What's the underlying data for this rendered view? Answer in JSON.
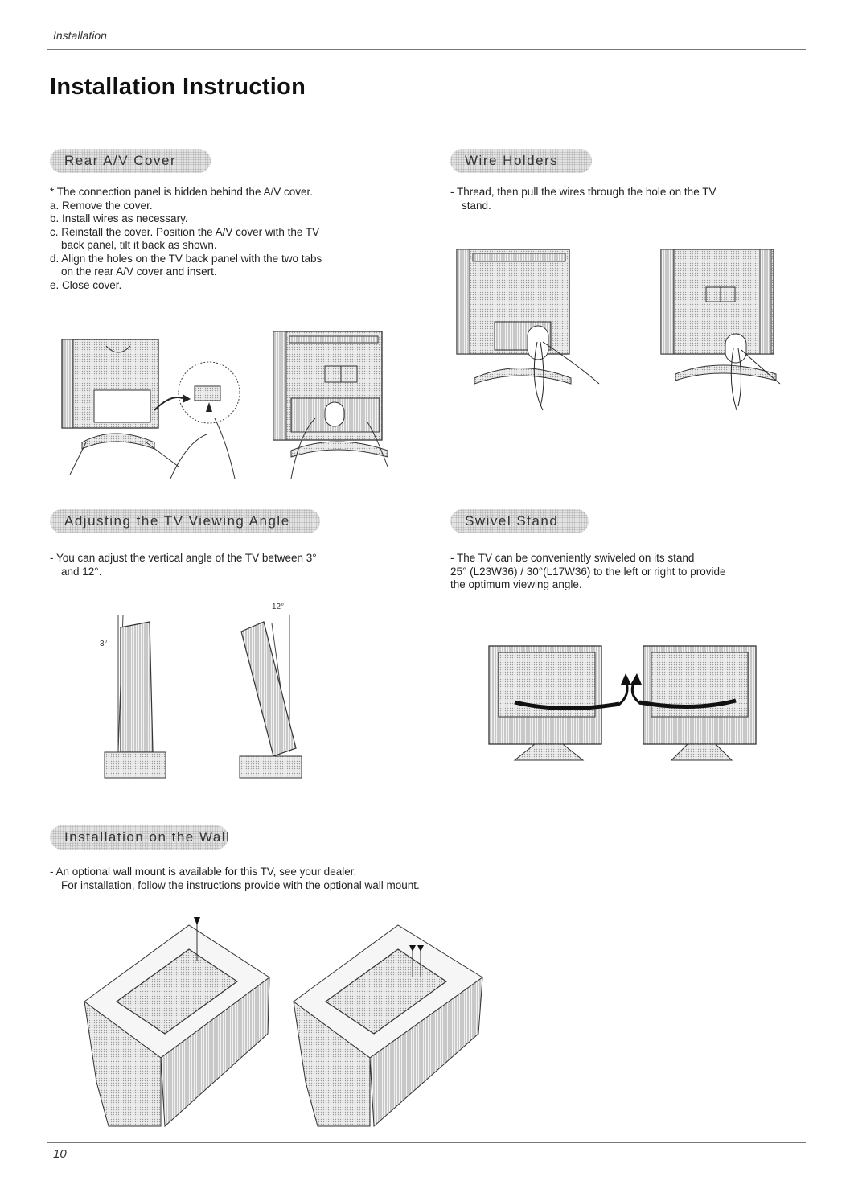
{
  "header": {
    "section_label": "Installation"
  },
  "page_title": "Installation Instruction",
  "sections": {
    "rear_av_cover": {
      "title": "Rear A/V Cover",
      "lines": [
        "* The connection panel is hidden behind the A/V cover.",
        "a. Remove the cover.",
        "b. Install wires as necessary.",
        "c. Reinstall the cover. Position the A/V cover with the TV",
        "back panel, tilt it back as shown.",
        "d. Align the holes on the TV back panel with the two tabs",
        "on the rear A/V cover and insert.",
        "e. Close cover."
      ]
    },
    "wire_holders": {
      "title": "Wire Holders",
      "lines": [
        "- Thread, then pull the wires through the hole on the TV",
        "stand."
      ]
    },
    "viewing_angle": {
      "title": "Adjusting the TV Viewing Angle",
      "lines": [
        "- You can adjust the vertical angle of the TV between 3°",
        "and 12°."
      ],
      "angle_min_label": "3°",
      "angle_max_label": "12°"
    },
    "swivel_stand": {
      "title": "Swivel Stand",
      "lines": [
        "- The TV can be conveniently swiveled on its stand",
        "25° (L23W36) / 30°(L17W36) to the left or right to provide",
        "the optimum viewing angle."
      ]
    },
    "wall_installation": {
      "title": "Installation on the Wall",
      "lines": [
        "- An optional wall mount is available for this TV, see your dealer.",
        "For installation, follow the instructions provide with the optional wall mount."
      ]
    }
  },
  "footer": {
    "page_number": "10"
  }
}
